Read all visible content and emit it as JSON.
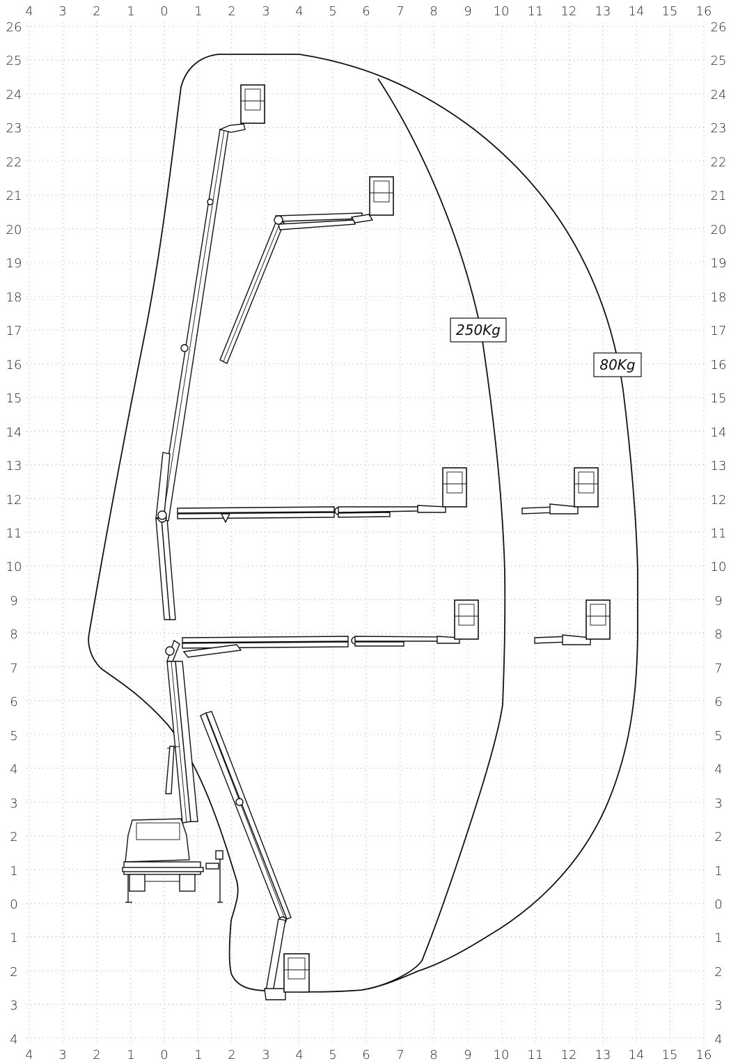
{
  "axes": {
    "x_ticks": [
      "4",
      "3",
      "2",
      "1",
      "0",
      "1",
      "2",
      "3",
      "4",
      "5",
      "6",
      "7",
      "8",
      "9",
      "10",
      "11",
      "12",
      "13",
      "14",
      "15",
      "16"
    ],
    "y_ticks_left": [
      "26",
      "25",
      "24",
      "23",
      "22",
      "21",
      "20",
      "19",
      "18",
      "17",
      "16",
      "15",
      "14",
      "13",
      "12",
      "11",
      "10",
      "9",
      "8",
      "7",
      "6",
      "5",
      "4",
      "3",
      "2",
      "1",
      "0",
      "1",
      "2",
      "3",
      "4"
    ],
    "y_ticks_right": [
      "26",
      "25",
      "24",
      "23",
      "22",
      "21",
      "20",
      "19",
      "18",
      "17",
      "16",
      "15",
      "14",
      "13",
      "12",
      "11",
      "10",
      "9",
      "8",
      "7",
      "6",
      "5",
      "4",
      "3",
      "2",
      "1",
      "0",
      "1",
      "2",
      "3",
      "4"
    ]
  },
  "load_labels": {
    "inner": "250Kg",
    "outer": "80Kg"
  },
  "colors": {
    "line": "#111111",
    "grid": "#9a9a9a",
    "background": "#ffffff"
  }
}
